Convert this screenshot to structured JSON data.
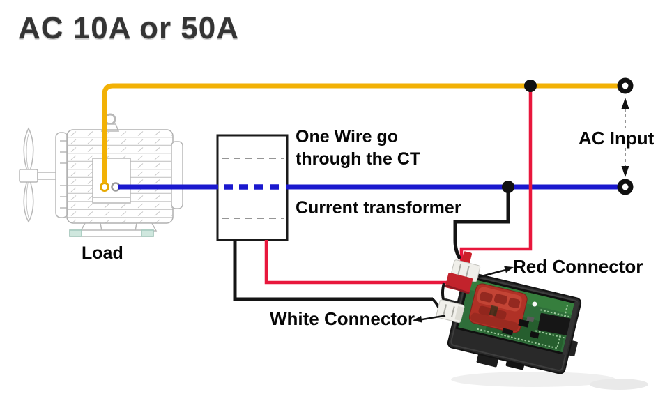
{
  "title": "AC 10A or 50A",
  "labels": {
    "load": "Load",
    "ct_note": {
      "line1": "One Wire go",
      "line2": "through the CT"
    },
    "current_transformer": "Current transformer",
    "ac_input": "AC Input",
    "red_connector": "Red Connector",
    "white_connector": "White Connector"
  },
  "colors": {
    "live_wire_yellow": "#F2B105",
    "neutral_wire_blue": "#1A18CE",
    "meter_red_wire": "#E8173C",
    "meter_black_wire": "#141414",
    "guide_gray": "#969696",
    "ct_box_border": "#1A1A1A",
    "motor_line_gray": "#B8B8B8",
    "meter_pcb_green": "#2F6E3A",
    "meter_display_red": "#B03126",
    "meter_case_black": "#292929"
  }
}
